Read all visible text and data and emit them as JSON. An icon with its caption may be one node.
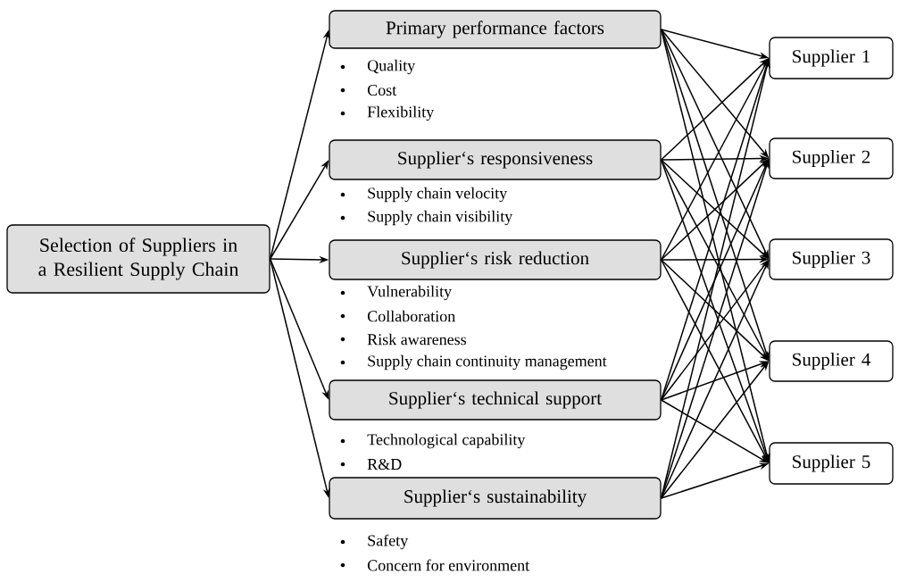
{
  "diagram": {
    "nodes": [
      {
        "text": [
          "Selection of Suppliers in a Resilient Supply Chain"
        ]
      },
      {
        "text": [
          "Primary performance factors"
        ],
        "beside": [
          "Quality",
          "Cost",
          "Flexibility"
        ]
      },
      {
        "text": [
          "Supplier‘s responsiveness"
        ],
        "beside": [
          "Supply chain velocity",
          "Supply chain visibility"
        ]
      },
      {
        "text": [
          "Supplier‘s risk reduction"
        ],
        "beside": [
          "Vulnerability",
          "Collaboration",
          "Risk awareness",
          "Supply chain continuity management"
        ]
      },
      {
        "text": [
          "Supplier‘s technical support"
        ],
        "beside": [
          "Technological capability",
          "R&D"
        ]
      },
      {
        "text": [
          "Supplier‘s sustainability"
        ],
        "beside": [
          "Safety",
          "Concern for environment"
        ]
      },
      {
        "text": [
          "Supplier 1"
        ]
      },
      {
        "text": [
          "Supplier 2"
        ]
      },
      {
        "text": [
          "Supplier 3"
        ]
      },
      {
        "text": [
          "Supplier 4"
        ]
      },
      {
        "text": [
          "Supplier 5"
        ]
      }
    ],
    "edges": [
      {
        "from": 0,
        "to": 1,
        "arrow": "to"
      },
      {
        "from": 0,
        "to": 2,
        "arrow": "to"
      },
      {
        "from": 0,
        "to": 3,
        "arrow": "to"
      },
      {
        "from": 0,
        "to": 4,
        "arrow": "to"
      },
      {
        "from": 0,
        "to": 5,
        "arrow": "to"
      },
      {
        "from": 1,
        "to": 6,
        "arrow": "to"
      },
      {
        "from": 1,
        "to": 7,
        "arrow": "to"
      },
      {
        "from": 1,
        "to": 8,
        "arrow": "to"
      },
      {
        "from": 1,
        "to": 9,
        "arrow": "to"
      },
      {
        "from": 1,
        "to": 10,
        "arrow": "to"
      },
      {
        "from": 2,
        "to": 6,
        "arrow": "to"
      },
      {
        "from": 2,
        "to": 7,
        "arrow": "to"
      },
      {
        "from": 2,
        "to": 8,
        "arrow": "to"
      },
      {
        "from": 2,
        "to": 9,
        "arrow": "to"
      },
      {
        "from": 2,
        "to": 10,
        "arrow": "to"
      },
      {
        "from": 3,
        "to": 6,
        "arrow": "to"
      },
      {
        "from": 3,
        "to": 7,
        "arrow": "to"
      },
      {
        "from": 3,
        "to": 8,
        "arrow": "to"
      },
      {
        "from": 3,
        "to": 9,
        "arrow": "to"
      },
      {
        "from": 3,
        "to": 10,
        "arrow": "to"
      },
      {
        "from": 4,
        "to": 6,
        "arrow": "to"
      },
      {
        "from": 4,
        "to": 7,
        "arrow": "to"
      },
      {
        "from": 4,
        "to": 8,
        "arrow": "to"
      },
      {
        "from": 4,
        "to": 9,
        "arrow": "to"
      },
      {
        "from": 4,
        "to": 10,
        "arrow": "to"
      },
      {
        "from": 5,
        "to": 6,
        "arrow": "to"
      },
      {
        "from": 5,
        "to": 7,
        "arrow": "to"
      },
      {
        "from": 5,
        "to": 8,
        "arrow": "to"
      },
      {
        "from": 5,
        "to": 9,
        "arrow": "to"
      },
      {
        "from": 5,
        "to": 10,
        "arrow": "to"
      }
    ]
  }
}
